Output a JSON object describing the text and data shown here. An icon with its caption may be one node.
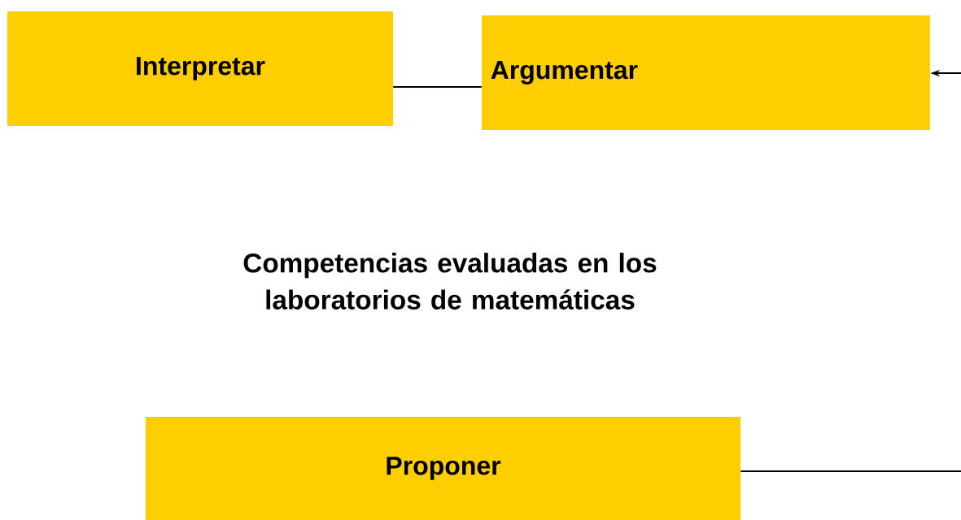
{
  "diagram": {
    "title": "Competencias evaluadas en los laboratorios de matemáticas",
    "nodes": [
      {
        "text": [
          "Interpretar"
        ]
      },
      {
        "text": [
          "Argumentar"
        ]
      },
      {
        "text": [
          "Proponer"
        ]
      }
    ],
    "edges": [
      {
        "from": 0,
        "to": 1,
        "arrow": "none"
      },
      {
        "from": null,
        "to": 1,
        "arrow": "to"
      },
      {
        "from": 2,
        "to": null,
        "arrow": "none"
      }
    ]
  }
}
